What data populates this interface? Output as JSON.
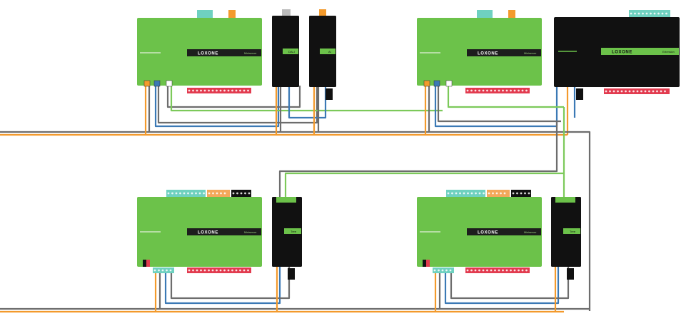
{
  "brand": "LOXONE",
  "colors": {
    "green_body": "#6cc24a",
    "black_body": "#111111",
    "wire_orange": "#f39a2c",
    "wire_gray": "#6d6d6d",
    "wire_blue": "#3b79b5",
    "wire_green": "#7cc95a",
    "terminal_red": "#e23b4f",
    "terminal_teal": "#6fd1c0",
    "terminal_orange": "#f3a85b",
    "terminal_black": "#111111"
  },
  "devices": [
    {
      "id": "miniserver-1",
      "type": "miniserver",
      "label": "Miniserver"
    },
    {
      "id": "dali-extension",
      "type": "extension",
      "label": "DALI"
    },
    {
      "id": "ai-extension",
      "type": "extension",
      "label": "AI"
    },
    {
      "id": "miniserver-2",
      "type": "miniserver",
      "label": "Miniserver"
    },
    {
      "id": "extension-large",
      "type": "extension",
      "label": "Extension"
    },
    {
      "id": "miniserver-3",
      "type": "miniserver",
      "label": "Miniserver"
    },
    {
      "id": "tree-extension-1",
      "type": "extension",
      "label": "Tree"
    },
    {
      "id": "miniserver-4",
      "type": "miniserver",
      "label": "Miniserver"
    },
    {
      "id": "tree-extension-2",
      "type": "extension",
      "label": "Tree"
    }
  ]
}
